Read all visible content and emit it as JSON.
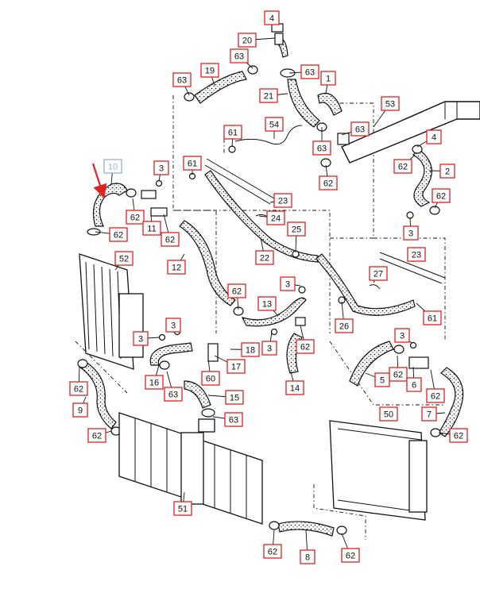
{
  "diagram": {
    "highlight_color": "#8fb3d9",
    "callout_color": "#dd2222",
    "arrow_color": "#dd2222",
    "callouts": [
      {
        "id": "c4a",
        "label": "4"
      },
      {
        "id": "c20",
        "label": "20"
      },
      {
        "id": "c63a",
        "label": "63"
      },
      {
        "id": "c63b",
        "label": "63"
      },
      {
        "id": "c19",
        "label": "19"
      },
      {
        "id": "c63c",
        "label": "63"
      },
      {
        "id": "c1",
        "label": "1"
      },
      {
        "id": "c21",
        "label": "21"
      },
      {
        "id": "c53",
        "label": "53"
      },
      {
        "id": "c63d",
        "label": "63"
      },
      {
        "id": "c54",
        "label": "54"
      },
      {
        "id": "c61a",
        "label": "61"
      },
      {
        "id": "c63e",
        "label": "63"
      },
      {
        "id": "c4b",
        "label": "4"
      },
      {
        "id": "c62a",
        "label": "62"
      },
      {
        "id": "c2",
        "label": "2"
      },
      {
        "id": "c10",
        "label": "10",
        "highlighted": true
      },
      {
        "id": "c3a",
        "label": "3"
      },
      {
        "id": "c61b",
        "label": "61"
      },
      {
        "id": "c62b",
        "label": "62"
      },
      {
        "id": "c62c",
        "label": "62"
      },
      {
        "id": "c23a",
        "label": "23"
      },
      {
        "id": "c62d",
        "label": "62"
      },
      {
        "id": "c24",
        "label": "24"
      },
      {
        "id": "c11",
        "label": "11"
      },
      {
        "id": "c62e",
        "label": "62"
      },
      {
        "id": "c3b",
        "label": "3"
      },
      {
        "id": "c62f",
        "label": "62"
      },
      {
        "id": "c25",
        "label": "25"
      },
      {
        "id": "c52",
        "label": "52"
      },
      {
        "id": "c22",
        "label": "22"
      },
      {
        "id": "c12",
        "label": "12"
      },
      {
        "id": "c23b",
        "label": "23"
      },
      {
        "id": "c27",
        "label": "27"
      },
      {
        "id": "c3c",
        "label": "3"
      },
      {
        "id": "c62g",
        "label": "62"
      },
      {
        "id": "c13",
        "label": "13"
      },
      {
        "id": "c61c",
        "label": "61"
      },
      {
        "id": "c26",
        "label": "26"
      },
      {
        "id": "c3d",
        "label": "3"
      },
      {
        "id": "c3e",
        "label": "3"
      },
      {
        "id": "c3f",
        "label": "3"
      },
      {
        "id": "c62h",
        "label": "62"
      },
      {
        "id": "c3g",
        "label": "3"
      },
      {
        "id": "c18",
        "label": "18"
      },
      {
        "id": "c17",
        "label": "17"
      },
      {
        "id": "c60",
        "label": "60"
      },
      {
        "id": "c16",
        "label": "16"
      },
      {
        "id": "c63f",
        "label": "63"
      },
      {
        "id": "c14",
        "label": "14"
      },
      {
        "id": "c62i",
        "label": "62"
      },
      {
        "id": "c5",
        "label": "5"
      },
      {
        "id": "c6",
        "label": "6"
      },
      {
        "id": "c62j",
        "label": "62"
      },
      {
        "id": "c62k",
        "label": "62"
      },
      {
        "id": "c15",
        "label": "15"
      },
      {
        "id": "c9",
        "label": "9"
      },
      {
        "id": "c63g",
        "label": "63"
      },
      {
        "id": "c62l",
        "label": "62"
      },
      {
        "id": "c50",
        "label": "50"
      },
      {
        "id": "c7",
        "label": "7"
      },
      {
        "id": "c62m",
        "label": "62"
      },
      {
        "id": "c51",
        "label": "51"
      },
      {
        "id": "c62n",
        "label": "62"
      },
      {
        "id": "c8",
        "label": "8"
      },
      {
        "id": "c62o",
        "label": "62"
      }
    ]
  }
}
